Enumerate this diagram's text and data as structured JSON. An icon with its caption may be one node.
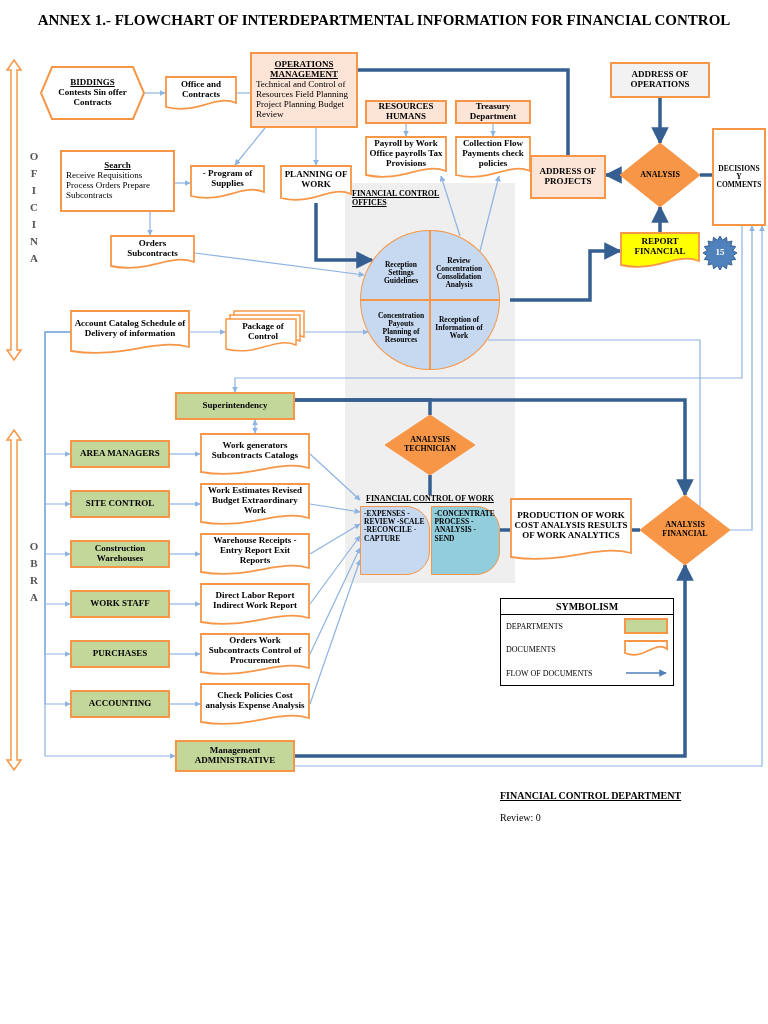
{
  "diagram": {
    "title": "ANNEX 1.- FLOWCHART OF INTERDEPARTMENTAL INFORMATION FOR FINANCIAL CONTROL",
    "nodes": [
      {
        "text": [
          "BIDDINGS",
          "Contests Sin offer Contracts"
        ]
      },
      {
        "text": [
          "Office and Contracts"
        ]
      },
      {
        "text": [
          "OPERATIONS MANAGEMENT",
          "Technical and Control of Resources Field Planning Project Planning Budget Review"
        ]
      },
      {
        "text": [
          "RESOURCES HUMANS"
        ]
      },
      {
        "text": [
          "Treasury Department"
        ]
      },
      {
        "text": [
          "Payroll by Work Office payrolls Tax Provisions"
        ]
      },
      {
        "text": [
          "Collection Flow Payments check policies"
        ]
      },
      {
        "text": [
          "ADDRESS OF PROJECTS"
        ]
      },
      {
        "text": [
          "ADDRESS OF OPERATIONS"
        ]
      },
      {
        "text": [
          "ANALYSIS"
        ]
      },
      {
        "text": [
          "DECISIONS Y COMMENTS"
        ]
      },
      {
        "text": [
          "15"
        ]
      },
      {
        "text": [
          "REPORT FINANCIAL"
        ]
      },
      {
        "text": [
          "Search",
          "Receive Requisitions Process Orders Prepare Subcontracts"
        ]
      },
      {
        "text": [
          "- Program of Supplies"
        ]
      },
      {
        "text": [
          "PLANNING OF WORK"
        ]
      },
      {
        "text": [
          "Orders Subcontracts"
        ]
      },
      {
        "text": [
          "FINANCIAL CONTROL OFFICES"
        ]
      },
      {
        "text": [
          "Reception Settings Guidelines"
        ],
        "in": 17
      },
      {
        "text": [
          "Review Concentration Consolidation Analysis"
        ],
        "in": 17
      },
      {
        "text": [
          "Concentration Payouts Planning of Resources"
        ],
        "in": 17
      },
      {
        "text": [
          "Reception of Information of Work"
        ],
        "in": 17
      },
      {
        "text": [
          "Account Catalog Schedule of Delivery of information"
        ]
      },
      {
        "text": [
          "Package of Control"
        ]
      },
      {
        "text": [
          "Superintendency"
        ]
      },
      {
        "text": [
          "AREA MANAGERS"
        ]
      },
      {
        "text": [
          "Work generators Subcontracts Catalogs"
        ]
      },
      {
        "text": [
          "SITE CONTROL"
        ]
      },
      {
        "text": [
          "Work Estimates Revised Budget Extraordinary Work"
        ]
      },
      {
        "text": [
          "Construction Warehouses"
        ]
      },
      {
        "text": [
          "Warehouse Receipts -Entry Report Exit Reports"
        ]
      },
      {
        "text": [
          "WORK STAFF"
        ]
      },
      {
        "text": [
          "Direct Labor Report Indirect Work Report"
        ]
      },
      {
        "text": [
          "PURCHASES"
        ]
      },
      {
        "text": [
          "Orders Work Subcontracts Control of Procurement"
        ]
      },
      {
        "text": [
          "ACCOUNTING"
        ]
      },
      {
        "text": [
          "Check Policies Cost analysis Expense Analysis"
        ]
      },
      {
        "text": [
          "Management ADMINISTRATIVE"
        ]
      },
      {
        "text": [
          "ANALYSIS TECHNICIAN"
        ]
      },
      {
        "text": [
          "FINANCIAL CONTROL OF WORK",
          "-EXPENSES -REVIEW -SCALE -RECONCILE -CAPTURE",
          "-CONCENTRATE PROCESS -ANALYSIS -SEND"
        ]
      },
      {
        "text": [
          "PRODUCTION OF WORK COST ANALYSIS RESULTS OF WORK ANALYTICS"
        ]
      },
      {
        "text": [
          "ANALYSIS FINANCIAL"
        ]
      }
    ],
    "edges": [
      {
        "from": 0,
        "to": 1,
        "arrow": "to"
      },
      {
        "from": 1,
        "to": 2,
        "arrow": "to"
      },
      {
        "from": 2,
        "to": 7,
        "arrow": "none",
        "style": "thick",
        "color": "#365f91"
      },
      {
        "from": 2,
        "to": 14,
        "arrow": "to"
      },
      {
        "from": 2,
        "to": 15,
        "arrow": "to"
      },
      {
        "from": 3,
        "to": 5,
        "arrow": "to"
      },
      {
        "from": 4,
        "to": 6,
        "arrow": "to"
      },
      {
        "from": 9,
        "to": 7,
        "arrow": "to",
        "style": "thick",
        "color": "#365f91"
      },
      {
        "from": 8,
        "to": 9,
        "arrow": "to",
        "style": "thick",
        "color": "#365f91"
      },
      {
        "from": 12,
        "to": 9,
        "arrow": "to",
        "style": "thick",
        "color": "#365f91"
      },
      {
        "from": 9,
        "to": 10,
        "arrow": "none",
        "style": "thick",
        "color": "#365f91"
      },
      {
        "from": 13,
        "to": 14,
        "arrow": "to"
      },
      {
        "from": 13,
        "to": 16,
        "arrow": "to"
      },
      {
        "from": 15,
        "to": 18,
        "arrow": "to",
        "style": "thick",
        "color": "#365f91"
      },
      {
        "from": 16,
        "to": 18,
        "arrow": "to"
      },
      {
        "from": 19,
        "to": 5,
        "arrow": "to"
      },
      {
        "from": 19,
        "to": 6,
        "arrow": "to"
      },
      {
        "from": 17,
        "to": 12,
        "arrow": "to",
        "style": "thick",
        "color": "#365f91"
      },
      {
        "from": 22,
        "to": 23,
        "arrow": "to"
      },
      {
        "from": 23,
        "to": 20,
        "arrow": "to"
      },
      {
        "from": 21,
        "to": 41,
        "arrow": "none"
      },
      {
        "from": 10,
        "to": 24,
        "arrow": "to"
      },
      {
        "from": 22,
        "to": 25,
        "arrow": "to"
      },
      {
        "from": 22,
        "to": 27,
        "arrow": "to"
      },
      {
        "from": 22,
        "to": 29,
        "arrow": "to"
      },
      {
        "from": 22,
        "to": 31,
        "arrow": "to"
      },
      {
        "from": 22,
        "to": 33,
        "arrow": "to"
      },
      {
        "from": 22,
        "to": 35,
        "arrow": "to"
      },
      {
        "from": 22,
        "to": 37,
        "arrow": "to"
      },
      {
        "from": 25,
        "to": 26,
        "arrow": "to"
      },
      {
        "from": 27,
        "to": 28,
        "arrow": "to"
      },
      {
        "from": 29,
        "to": 30,
        "arrow": "to"
      },
      {
        "from": 31,
        "to": 32,
        "arrow": "to"
      },
      {
        "from": 33,
        "to": 34,
        "arrow": "to"
      },
      {
        "from": 35,
        "to": 36,
        "arrow": "to"
      },
      {
        "from": 24,
        "to": 26,
        "arrow": "both"
      },
      {
        "from": 26,
        "to": 39,
        "arrow": "to"
      },
      {
        "from": 28,
        "to": 39,
        "arrow": "to"
      },
      {
        "from": 30,
        "to": 39,
        "arrow": "to"
      },
      {
        "from": 32,
        "to": 39,
        "arrow": "to"
      },
      {
        "from": 34,
        "to": 39,
        "arrow": "to"
      },
      {
        "from": 36,
        "to": 39,
        "arrow": "to"
      },
      {
        "from": 24,
        "to": 38,
        "arrow": "none",
        "style": "thick",
        "color": "#365f91"
      },
      {
        "from": 24,
        "to": 41,
        "arrow": "to",
        "style": "thick",
        "color": "#365f91"
      },
      {
        "from": 38,
        "to": 39,
        "arrow": "none",
        "style": "thick",
        "color": "#365f91"
      },
      {
        "from": 39,
        "to": 40,
        "arrow": "none",
        "style": "thick",
        "color": "#365f91"
      },
      {
        "from": 40,
        "to": 41,
        "arrow": "none",
        "style": "thick",
        "color": "#365f91"
      },
      {
        "from": 37,
        "to": 41,
        "arrow": "to",
        "style": "thick",
        "color": "#365f91"
      },
      {
        "from": 41,
        "to": 10,
        "arrow": "to"
      },
      {
        "from": 37,
        "to": 10,
        "arrow": "to"
      }
    ],
    "labels": [
      "OFICINA",
      "OBRA",
      "SYMBOLISM",
      "FINANCIAL CONTROL DEPARTMENT",
      "Review: 0"
    ],
    "legend": [
      {
        "text": "DEPARTMENTS",
        "color": "#c4d79b"
      },
      {
        "text": "DOCUMENTS"
      },
      {
        "text": "FLOW OF DOCUMENTS"
      }
    ]
  }
}
